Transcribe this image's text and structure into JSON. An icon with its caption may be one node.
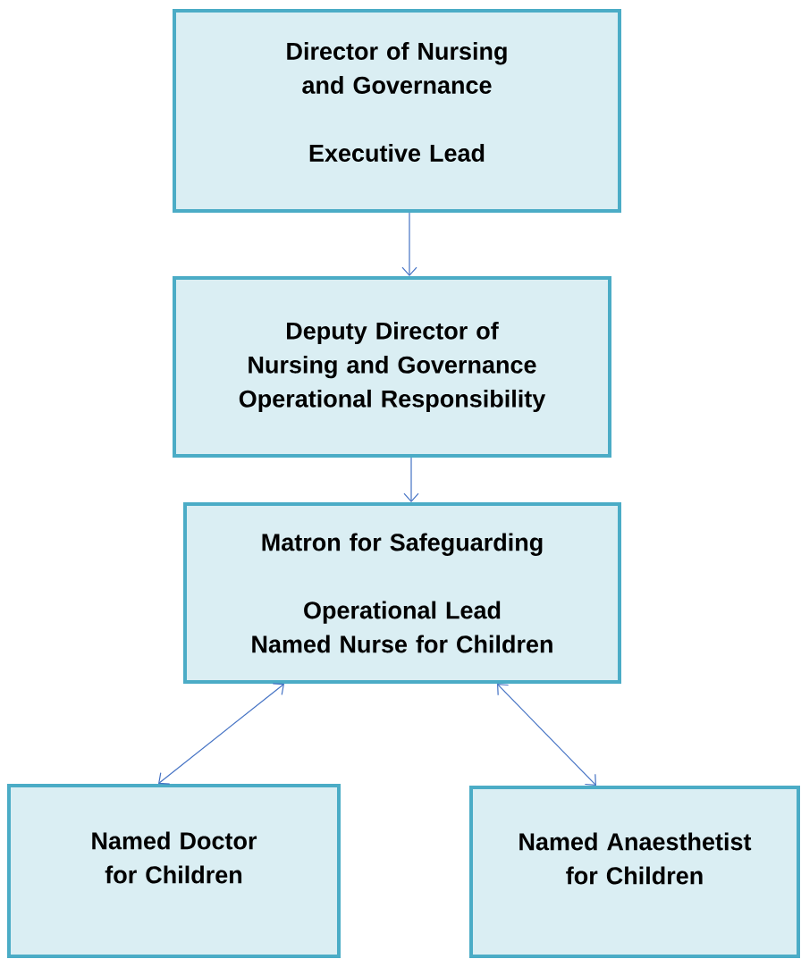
{
  "diagram": {
    "nodes": [
      {
        "text": [
          "Director of Nursing and Governance",
          "Executive Lead"
        ]
      },
      {
        "text": [
          "Deputy Director of Nursing and Governance",
          "Operational Responsibility"
        ]
      },
      {
        "text": [
          "Matron for Safeguarding",
          "Operational Lead",
          "Named Nurse for Children"
        ]
      },
      {
        "text": [
          "Named Doctor for Children"
        ]
      },
      {
        "text": [
          "Named Anaesthetist for Children"
        ]
      }
    ],
    "edges": [
      {
        "from": 0,
        "to": 1,
        "arrow": "to"
      },
      {
        "from": 1,
        "to": 2,
        "arrow": "to"
      },
      {
        "from": 2,
        "to": 3,
        "arrow": "both"
      },
      {
        "from": 2,
        "to": 4,
        "arrow": "both"
      }
    ]
  }
}
